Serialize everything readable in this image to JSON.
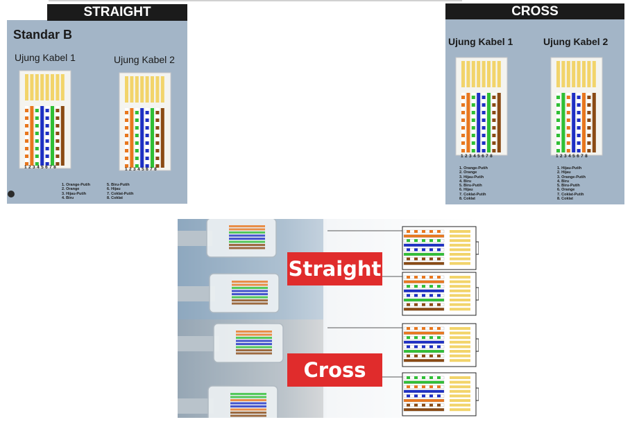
{
  "left_panel": {
    "header": "STRAIGHT",
    "subtitle": "Standar B",
    "end1_label": "Ujung Kabel 1",
    "end2_label": "Ujung Kabel 2",
    "pin_numbers": "1 2 3 4 5 6 7 8",
    "legend_col1": [
      "1. Orange-Putih",
      "2. Orange",
      "3. Hijau-Putih",
      "4. Biru"
    ],
    "legend_col2": [
      "5. Biru-Putih",
      "6. Hijau",
      "7. Coklat-Putih",
      "8. Coklat"
    ]
  },
  "right_panel": {
    "header": "CROSS",
    "end1_label": "Ujung Kabel 1",
    "end2_label": "Ujung Kabel 2",
    "pin_numbers": "1 2 3 4 5 6 7 8",
    "legend_end1": [
      "1. Orange-Putih",
      "2. Orange",
      "3. Hijau-Putih",
      "4. Biru",
      "5. Biru-Putih",
      "6. Hijau",
      "7. Coklat-Putih",
      "8. Coklat"
    ],
    "legend_end2": [
      "1. Hijau-Putih",
      "2. Hijau",
      "3. Orange-Putih",
      "4. Biru",
      "5. Biru-Putih",
      "6. Orange",
      "7. Coklat-Putih",
      "8. Coklat"
    ]
  },
  "photo_panel": {
    "straight_label": "Straight",
    "cross_label": "Cross"
  },
  "colors": {
    "panel_bg": "#a3b5c7",
    "header_bg": "#1b1b1b",
    "label_red": "#e02c2c",
    "orange": "#e8771e",
    "green": "#2fbf35",
    "blue": "#1d2fc4",
    "brown": "#8a4a14",
    "white": "#ffffff",
    "gold": "#f2d46a"
  },
  "wiring": {
    "standard_b": [
      "orange-white",
      "orange",
      "green-white",
      "blue",
      "blue-white",
      "green",
      "brown-white",
      "brown"
    ],
    "standard_a": [
      "green-white",
      "green",
      "orange-white",
      "blue",
      "blue-white",
      "orange",
      "brown-white",
      "brown"
    ]
  }
}
